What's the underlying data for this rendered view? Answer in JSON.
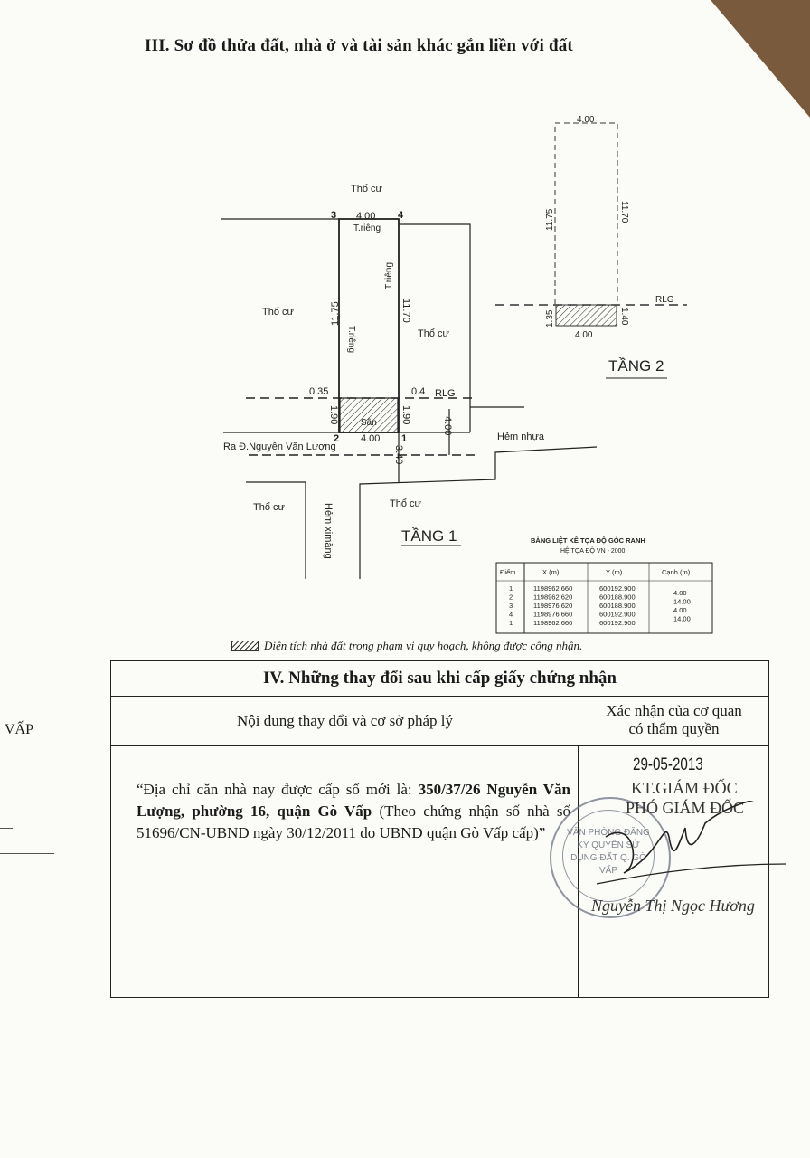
{
  "section3": {
    "title": "III. Sơ đồ thửa đất, nhà ở và tài sản khác gắn liền với đất"
  },
  "floor1": {
    "label": "TẦNG 1",
    "neighbor": "Thổ cư",
    "points": [
      "1",
      "2",
      "3",
      "4"
    ],
    "width_top": "4.00",
    "width_bottom": "4.00",
    "left_len": "11.75",
    "right_len": "11.70",
    "wall": "T.riêng",
    "rlg": "RLG",
    "offset_left": "0.35",
    "offset_right": "0.4",
    "yard_left": "1.90",
    "yard_right": "1.90",
    "yard": "Sân",
    "road_width": "4.00",
    "alley_width": "3.40",
    "road_to": "Ra Đ.Nguyễn Văn Lượng",
    "alley_asphalt": "Hẻm nhựa",
    "alley_cement": "Hẻm ximăng"
  },
  "floor2": {
    "label": "TẦNG 2",
    "width_top": "4.00",
    "width_bottom": "4.00",
    "left_len": "11.75",
    "right_len": "11.70",
    "rlg": "RLG",
    "left_depth": "1.35",
    "right_depth": "1.40"
  },
  "coord_table": {
    "title": "BẢNG LIỆT KÊ TỌA ĐỘ GÓC RANH",
    "subtitle": "HỆ TỌA ĐỘ VN - 2000",
    "headers": [
      "Điểm",
      "X (m)",
      "Y (m)",
      "Cạnh (m)"
    ],
    "rows": [
      {
        "point": "1",
        "x": "1198962.660",
        "y": "600192.900"
      },
      {
        "point": "2",
        "x": "1198962.620",
        "y": "600188.900"
      },
      {
        "point": "3",
        "x": "1198976.620",
        "y": "600188.900"
      },
      {
        "point": "4",
        "x": "1198976.660",
        "y": "600192.900"
      },
      {
        "point": "1",
        "x": "1198962.660",
        "y": "600192.900"
      }
    ],
    "edges": [
      "4.00",
      "14.00",
      "4.00",
      "14.00"
    ]
  },
  "legend": {
    "text": "Diện tích nhà đất trong phạm vi quy hoạch, không được công nhận."
  },
  "section4": {
    "title": "IV. Những thay đổi sau khi cấp giấy chứng nhận",
    "col1": "Nội dung thay đổi và cơ sở pháp lý",
    "col2_line1": "Xác nhận của cơ quan",
    "col2_line2": "có thẩm quyền",
    "content_pre": "“Địa chỉ căn nhà nay được cấp số mới là: ",
    "content_bold": "350/37/26 Nguyễn Văn Lượng, phường 16, quận Gò Vấp",
    "content_post": " (Theo chứng nhận số nhà số 51696/CN-UBND ngày 30/12/2011 do UBND quận Gò Vấp cấp)”",
    "date": "29-05-2013",
    "role1": "KT.GIÁM ĐỐC",
    "role2": "PHÓ GIÁM ĐỐC",
    "signer": "Nguyễn Thị Ngọc Hương",
    "stamp_text": "VĂN PHÒNG ĐĂNG KÝ QUYỀN SỬ DỤNG ĐẤT Q. GÒ VẤP"
  },
  "margin": {
    "text": "VẤP"
  }
}
